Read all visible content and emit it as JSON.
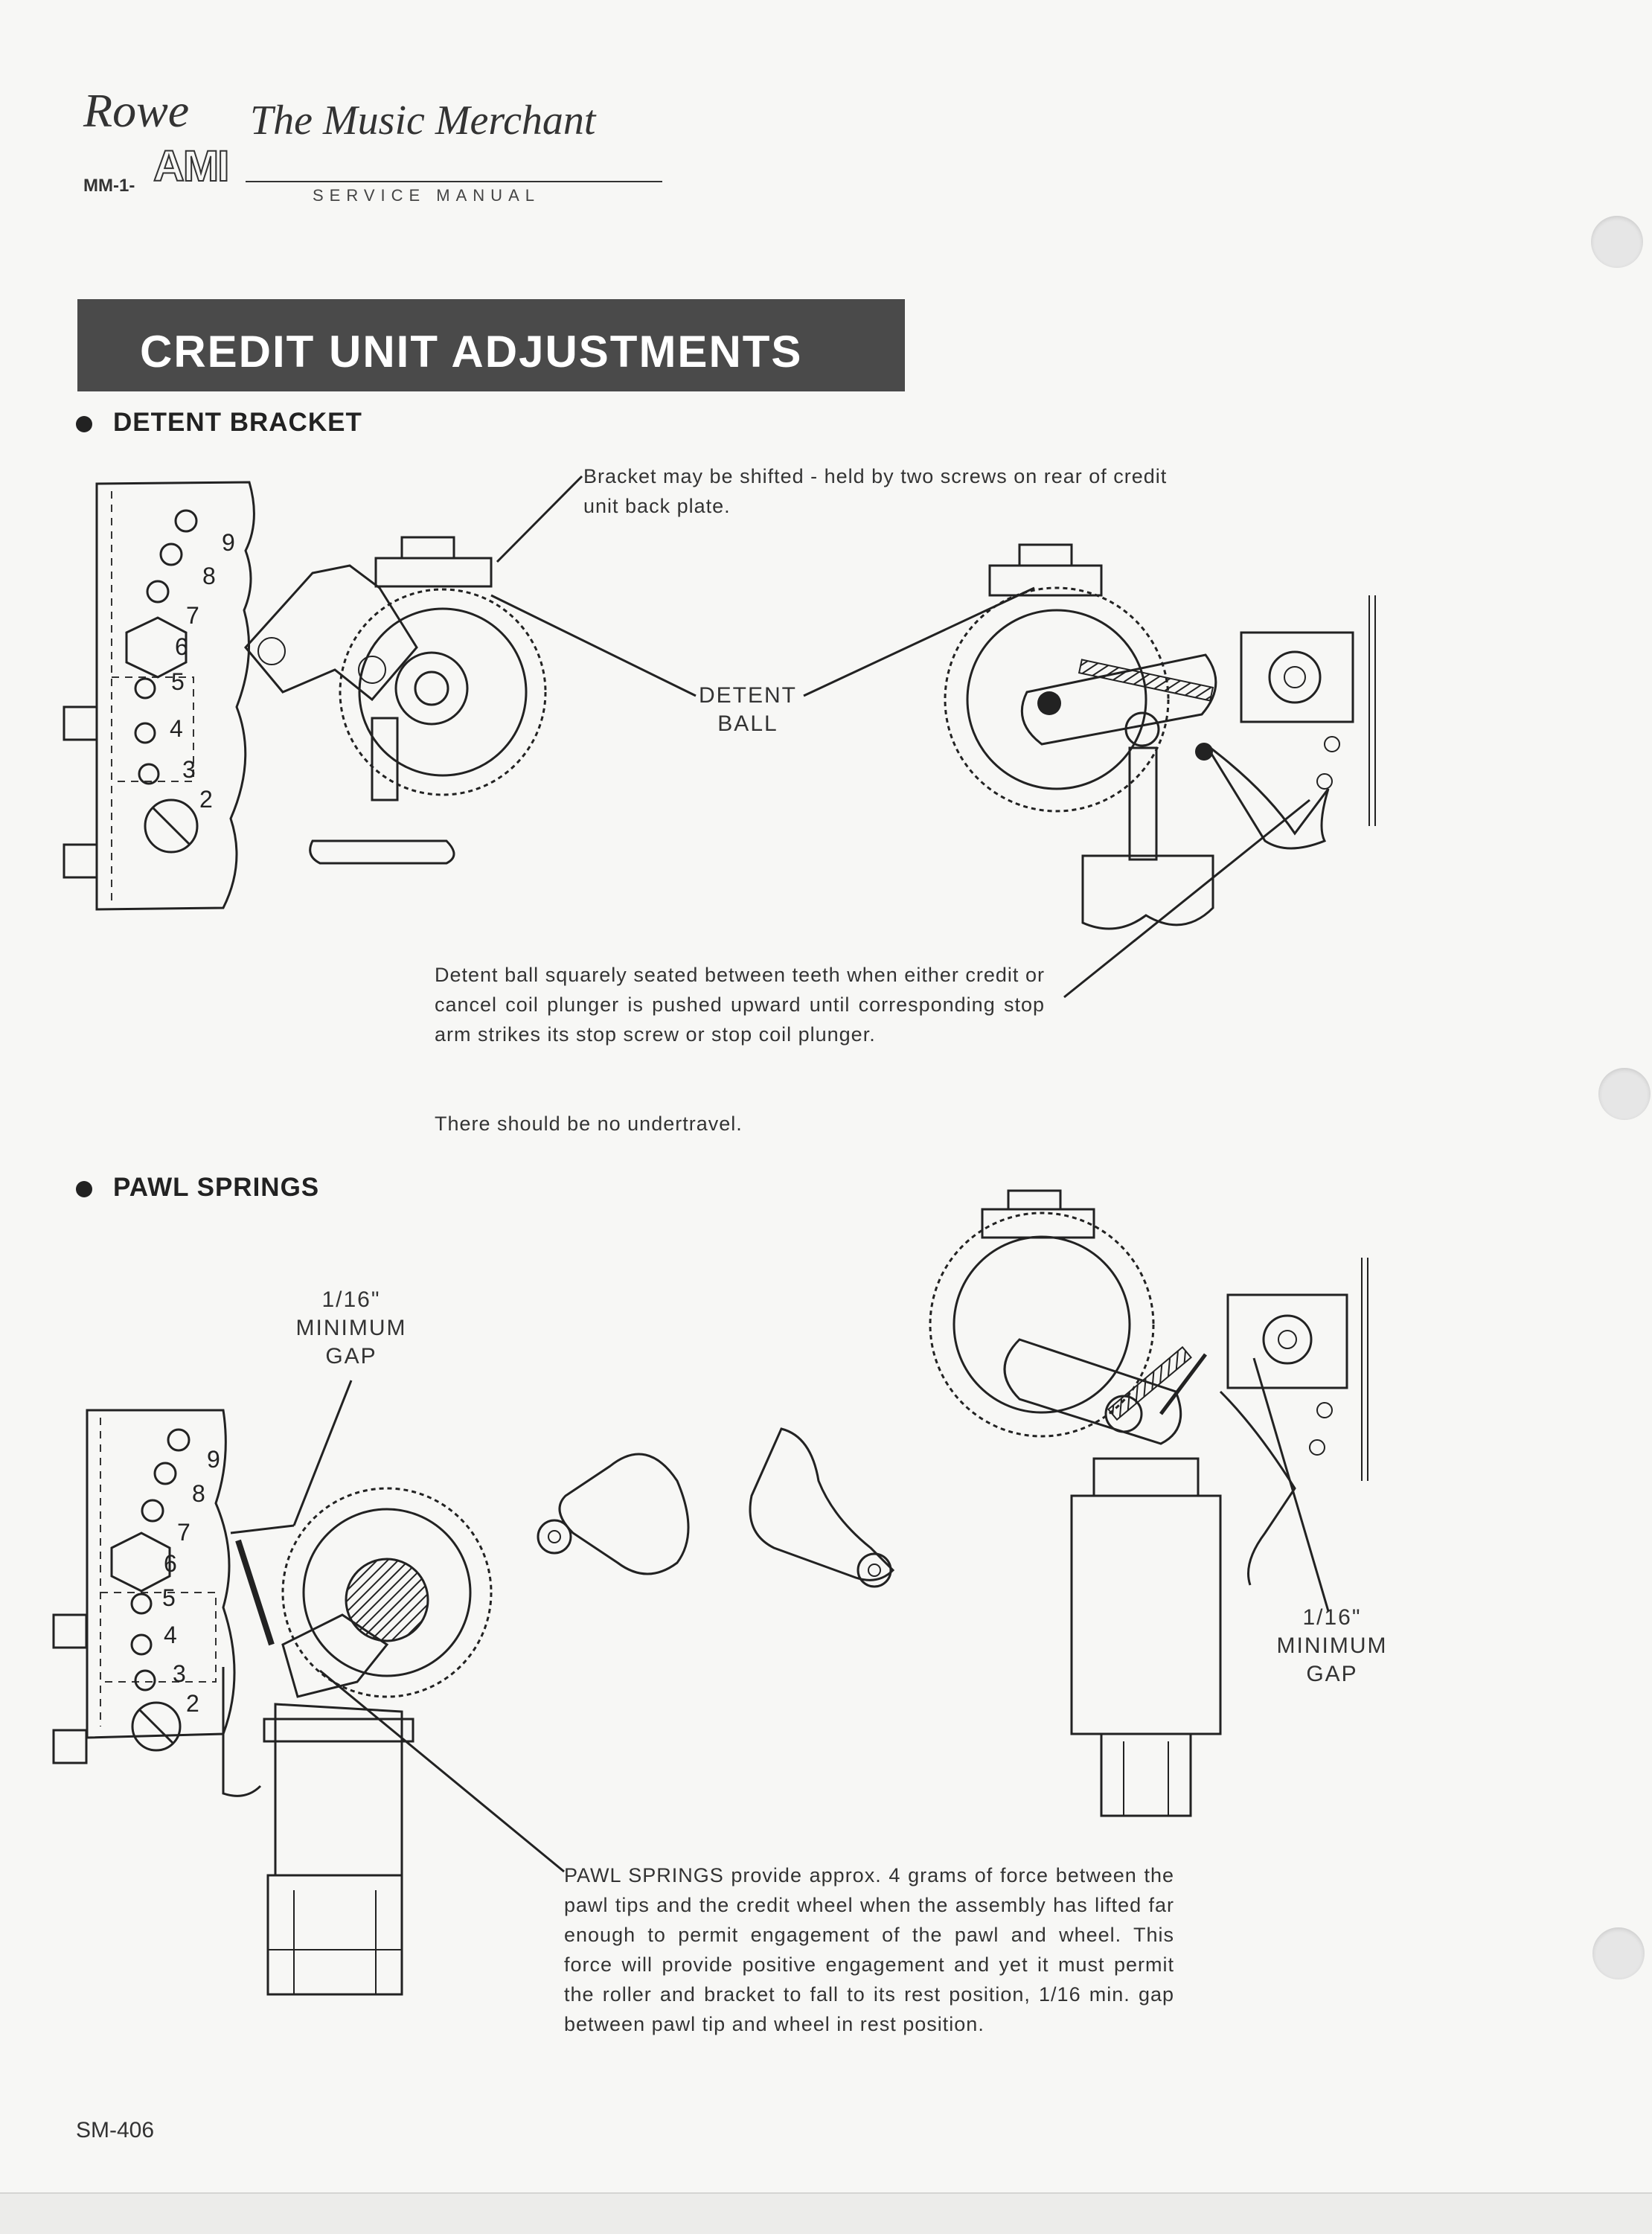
{
  "header": {
    "logo_brand": "Rowe",
    "logo_ami": "AMI",
    "model": "MM-1-",
    "title": "The Music Merchant",
    "subtitle": "SERVICE MANUAL"
  },
  "banner": {
    "title": "CREDIT UNIT ADJUSTMENTS"
  },
  "detent_section": {
    "heading": "DETENT BRACKET",
    "bracket_note": "Bracket may be shifted - held by two screws on rear of credit unit back plate.",
    "detent_label_line1": "DETENT",
    "detent_label_line2": "BALL",
    "seat_note": "Detent ball squarely seated between teeth when either credit or cancel coil plunger is pushed upward until corresponding stop arm strikes its stop screw or stop coil plunger.",
    "undertravel_note": "There should be no undertravel."
  },
  "pawl_section": {
    "heading": "PAWL SPRINGS",
    "gap_left_l1": "1/16\"",
    "gap_left_l2": "MINIMUM",
    "gap_left_l3": "GAP",
    "gap_right_l1": "1/16\"",
    "gap_right_l2": "MINIMUM",
    "gap_right_l3": "GAP",
    "springs_note": "PAWL SPRINGS provide approx. 4 grams of force between the pawl tips and the credit wheel when the assembly has lifted far enough to permit engagement of the pawl and wheel. This force will provide positive engagement and yet it must permit the roller and bracket to fall to its rest position, 1/16 min. gap between pawl tip and wheel in rest position."
  },
  "footer": {
    "page_code": "SM-406"
  },
  "scale_digits": [
    "9",
    "8",
    "7",
    "6",
    "5",
    "4",
    "3",
    "2"
  ]
}
